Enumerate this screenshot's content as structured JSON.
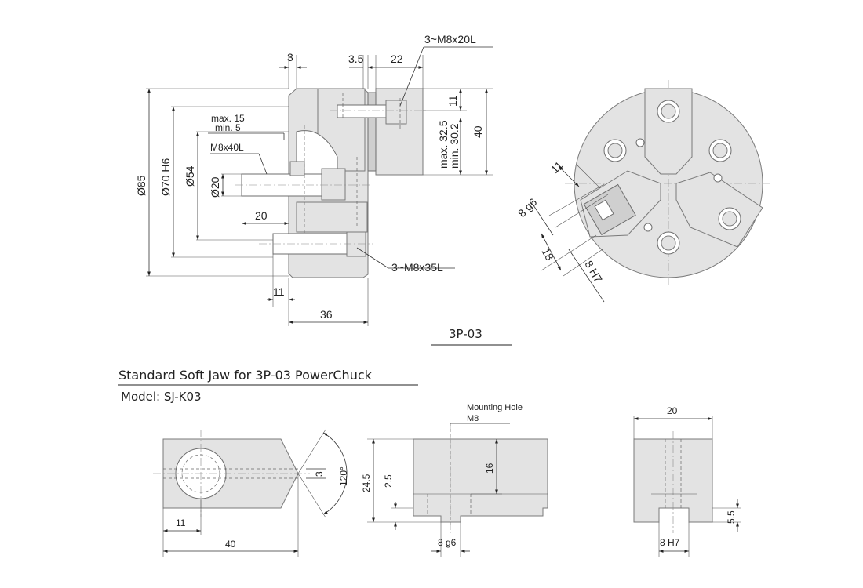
{
  "chuck_side_view": {
    "dims": {
      "d3": "3",
      "d3_5": "3.5",
      "d22": "22",
      "screw_top": "3~M8x20L",
      "d11_top": "11",
      "max325": "max. 32.5",
      "min302": "min. 30.2",
      "d40": "40",
      "max15": "max. 15",
      "min5": "min. 5",
      "m8x40": "M8x40L",
      "o85": "Ø85",
      "o70": "Ø70 H6",
      "o54": "Ø54",
      "o20": "Ø20",
      "d20": "20",
      "screw_bottom": "3~M8x35L",
      "d11_bottom": "11",
      "d36": "36"
    },
    "model_label": "3P-03"
  },
  "chuck_front_view": {
    "dims": {
      "d11": "11",
      "g6": "8 g6",
      "d18": "18",
      "h7": "8 H7"
    }
  },
  "soft_jaw": {
    "title": "Standard Soft Jaw for 3P-03 PowerChuck",
    "model": "Model: SJ-K03",
    "top_view": {
      "d3": "3",
      "angle": "120°",
      "d11": "11",
      "d40": "40"
    },
    "side_view": {
      "mount_label": "Mounting Hole",
      "mount_size": "M8",
      "d245": "24.5",
      "d25": "2.5",
      "d16": "16",
      "g6": "8 g6"
    },
    "end_view": {
      "d20": "20",
      "d55": "5.5",
      "h7": "8 H7"
    }
  }
}
